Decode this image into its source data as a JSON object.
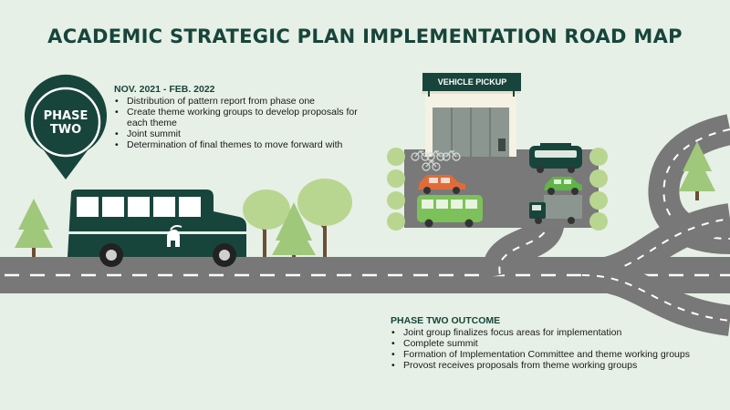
{
  "title": "ACADEMIC STRATEGIC PLAN IMPLEMENTATION ROAD MAP",
  "marker": {
    "line1": "PHASE",
    "line2": "TWO"
  },
  "timeline": {
    "date_range": "NOV. 2021 - FEB. 2022",
    "items": [
      "Distribution of pattern report from phase one",
      "Create theme working groups to develop proposals for each theme",
      "Joint summit",
      "Determination of final themes to move forward with"
    ]
  },
  "building_sign": "VEHICLE PICKUP",
  "outcome": {
    "heading": "PHASE TWO OUTCOME",
    "items": [
      "Joint group finalizes focus areas for implementation",
      "Complete summit",
      "Formation of Implementation Committee and theme working groups",
      "Provost receives proposals from theme working groups"
    ]
  },
  "icons": [
    "map-pin-icon",
    "bus-icon",
    "spartan-helmet-icon",
    "tree-icon",
    "car-icon",
    "truck-icon",
    "bicycle-icon"
  ],
  "colors": {
    "background": "#e6f0e6",
    "brand_green": "#18453b",
    "road": "#787878",
    "lane": "#ffffff",
    "tree": "#9fc87a",
    "orange_car": "#e06b3a",
    "green_bus": "#7cc15a",
    "green_car": "#5fb548"
  }
}
